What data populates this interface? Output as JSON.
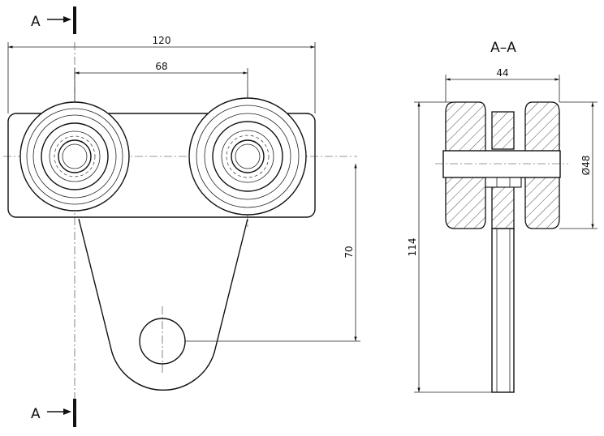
{
  "section_marks": {
    "top": "A",
    "bottom": "A",
    "section_title": "A–A"
  },
  "front_view": {
    "dim_overall_width": "120",
    "dim_wheel_spacing": "68",
    "dim_mount_hole_offset": "70"
  },
  "section_view": {
    "dim_width": "44",
    "dim_height": "114",
    "dim_wheel_diameter": "Ø48"
  }
}
